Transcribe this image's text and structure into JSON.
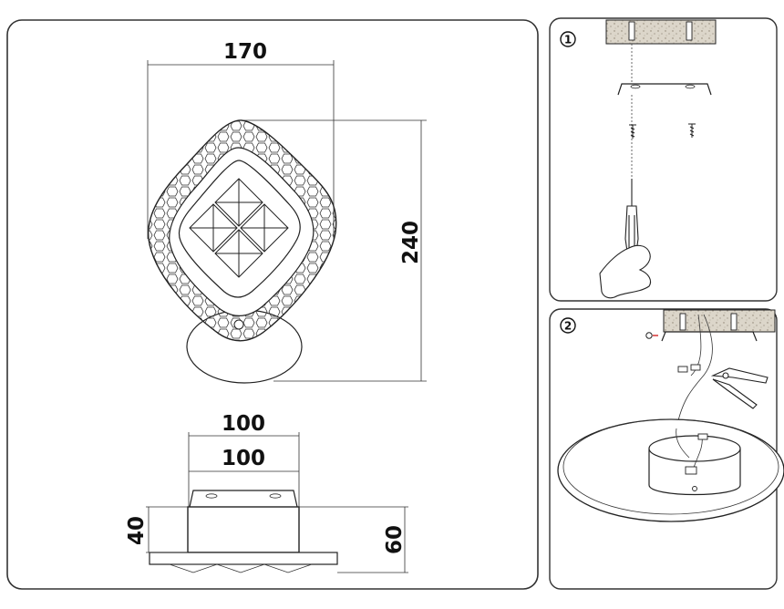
{
  "dimensions": {
    "top_width": "170",
    "height": "240",
    "box_outer_width": "100",
    "box_inner_width": "100",
    "box_height": "40",
    "total_depth": "60"
  },
  "steps": [
    {
      "number": "1"
    },
    {
      "number": "2"
    }
  ],
  "colors": {
    "line": "#222222",
    "panel_border": "#333333",
    "ceiling": "#d9d3c7"
  }
}
